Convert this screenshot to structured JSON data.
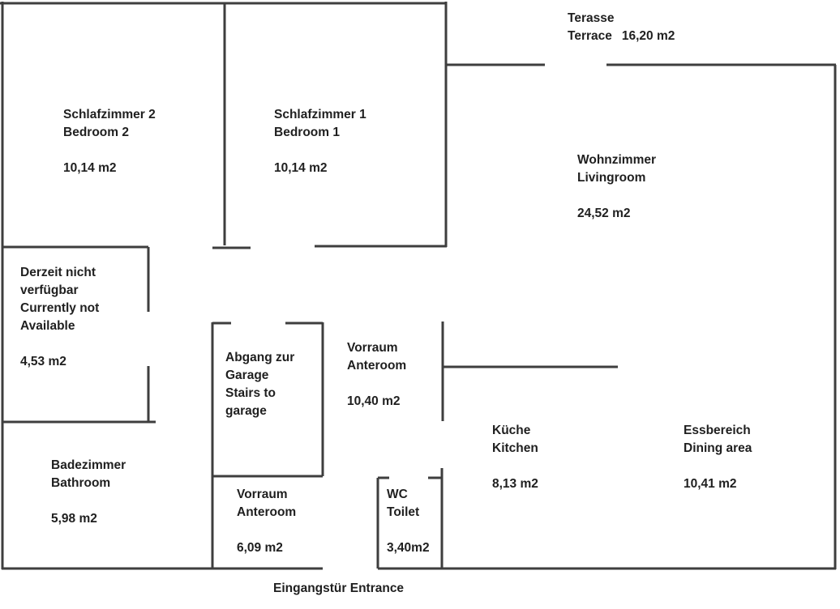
{
  "diagram": {
    "kind": "apartment floor plan"
  },
  "colors": {
    "wall": "#3e3e3e",
    "text": "#1f1f1f",
    "background": "#ffffff"
  },
  "rooms": {
    "bedroom2": {
      "name_de": "Schlafzimmer 2",
      "name_en": "Bedroom 2",
      "area": "10,14 m2"
    },
    "bedroom1": {
      "name_de": "Schlafzimmer 1",
      "name_en": "Bedroom 1",
      "area": "10,14 m2"
    },
    "terrace": {
      "name_de": "Terasse",
      "name_en": "Terrace",
      "area": "16,20 m2"
    },
    "livingroom": {
      "name_de": "Wohnzimmer",
      "name_en": "Livingroom",
      "area": "24,52 m2"
    },
    "closet": {
      "line1": "Derzeit nicht",
      "line2": "verfügbar",
      "line3": "Currently not",
      "line4": "Available",
      "area": "4,53 m2"
    },
    "garage_stairs": {
      "line1": "Abgang zur",
      "line2": "Garage",
      "line3": "Stairs to",
      "line4": "garage"
    },
    "anteroom_upper": {
      "name_de": "Vorraum",
      "name_en": "Anteroom",
      "area": "10,40 m2"
    },
    "bathroom": {
      "name_de": "Badezimmer",
      "name_en": "Bathroom",
      "area": "5,98 m2"
    },
    "anteroom_lower": {
      "name_de": "Vorraum",
      "name_en": "Anteroom",
      "area": "6,09 m2"
    },
    "kitchen": {
      "name_de": "Küche",
      "name_en": "Kitchen",
      "area": "8,13 m2"
    },
    "wc": {
      "name_de": "WC",
      "name_en": "Toilet",
      "area": "3,40m2"
    },
    "dining": {
      "name_de": "Essbereich",
      "name_en": "Dining area",
      "area": "10,41 m2"
    },
    "entrance": {
      "label": "Eingangstür Entrance"
    }
  }
}
